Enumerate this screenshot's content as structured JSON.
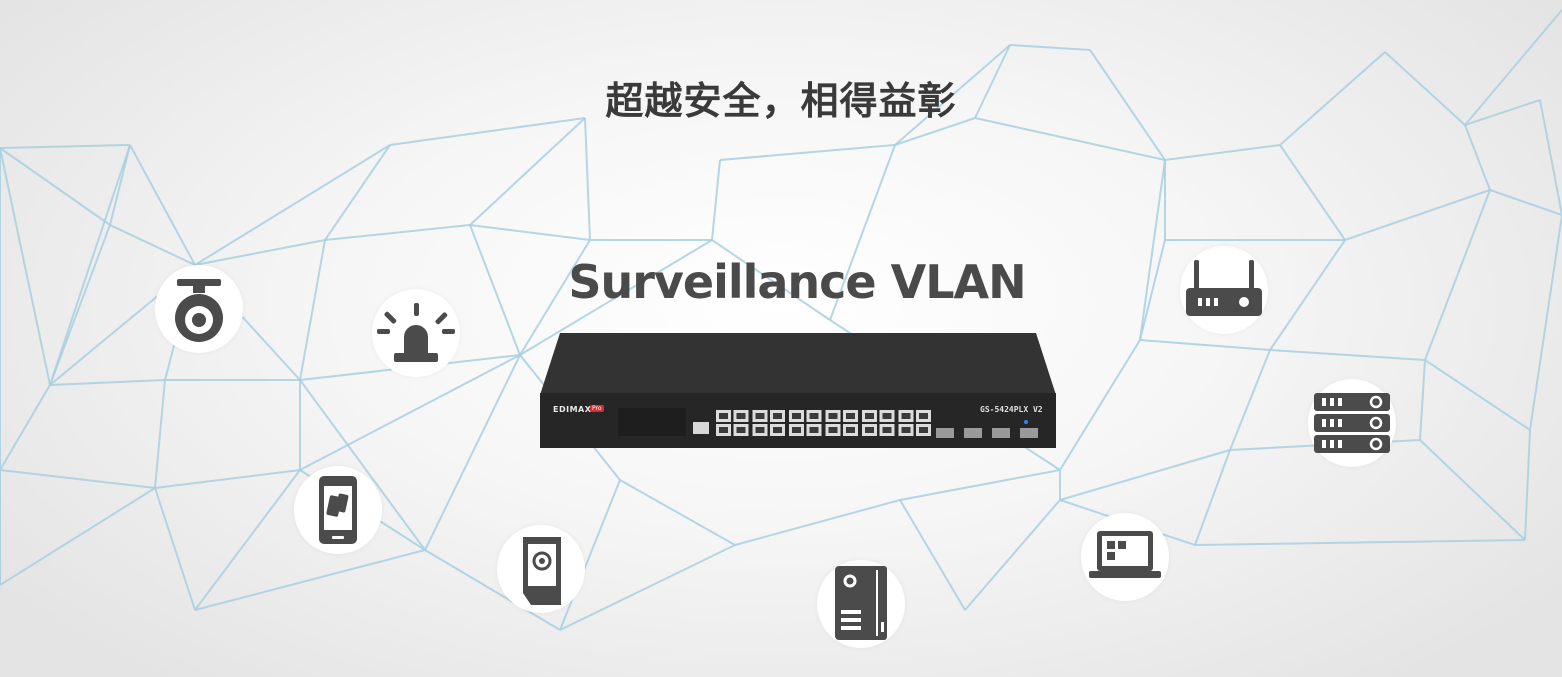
{
  "header": {
    "title_cn": "超越安全，相得益彰",
    "title_en": "Surveillance VLAN"
  },
  "switch": {
    "brand": "EDIMAX",
    "brand_badge": "Pro",
    "model": "GS-5424PLX V2",
    "rj45_ports": 24,
    "sfp_ports": 4
  },
  "icons": [
    {
      "name": "surveillance-camera-icon"
    },
    {
      "name": "alarm-light-icon"
    },
    {
      "name": "smartphone-icon"
    },
    {
      "name": "email-tablet-icon"
    },
    {
      "name": "pc-tower-icon"
    },
    {
      "name": "laptop-icon"
    },
    {
      "name": "wireless-router-icon"
    },
    {
      "name": "server-rack-icon"
    }
  ],
  "colors": {
    "mesh_line": "#a8cfe0",
    "icon_fill": "#4b4b4b",
    "switch_body": "#2b2b2b",
    "title_text": "#3a3a3a"
  }
}
